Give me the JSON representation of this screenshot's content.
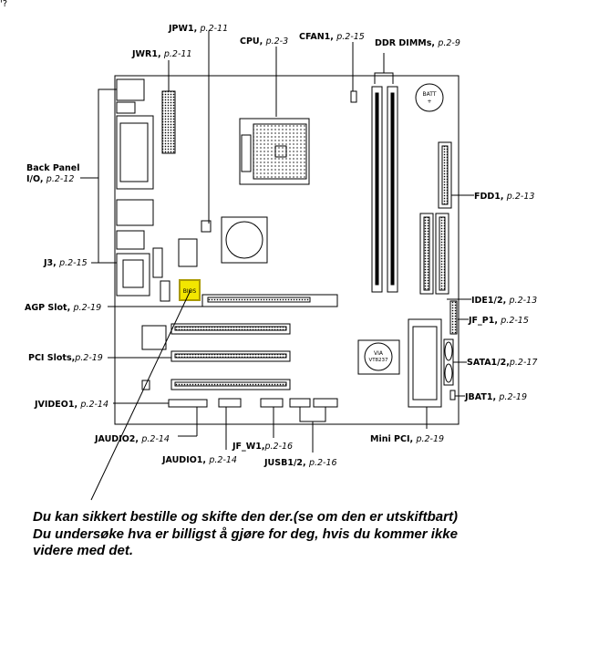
{
  "labels": {
    "jpw1": {
      "name": "JPW1",
      "ref": "p.2-11"
    },
    "cpu": {
      "name": "CPU",
      "ref": "p.2-3"
    },
    "cfan1": {
      "name": "CFAN1",
      "ref": "p.2-15"
    },
    "ddr": {
      "name": "DDR DIMMs",
      "ref": "p.2-9"
    },
    "jwr1": {
      "name": "JWR1",
      "ref": "p.2-11"
    },
    "backpanel_1": "Back Panel",
    "backpanel_2": {
      "name": "I/O",
      "ref": "p.2-12"
    },
    "fdd1": {
      "name": "FDD1",
      "ref": "p.2-13"
    },
    "j3": {
      "name": "J3",
      "ref": "p.2-15"
    },
    "agp": {
      "name": "AGP Slot",
      "ref": "p.2-19"
    },
    "ide": {
      "name": "IDE1/2",
      "ref": "p.2-13"
    },
    "jfp1": {
      "name": "JF_P1",
      "ref": "p.2-15"
    },
    "pci": {
      "name": "PCI Slots",
      "ref": "p.2-19"
    },
    "sata": {
      "name": "SATA1/2",
      "ref": "p.2-17"
    },
    "jvideo1": {
      "name": "JVIDEO1",
      "ref": "p.2-14"
    },
    "jbat1": {
      "name": "JBAT1",
      "ref": "p.2-19"
    },
    "jaudio2": {
      "name": "JAUDIO2",
      "ref": "p.2-14"
    },
    "minipci": {
      "name": "Mini PCI",
      "ref": "p.2-19"
    },
    "jfw1": {
      "name": "JF_W1",
      "ref": "p.2-16"
    },
    "jaudio1": {
      "name": "JAUDIO1",
      "ref": "p.2-14"
    },
    "jusb": {
      "name": "JUSB1/2",
      "ref": "p.2-16"
    }
  },
  "chips": {
    "batt_line1": "BATT",
    "batt_line2": "+",
    "bios": "BIOS",
    "via_line1": "VIA",
    "via_line2": "VT8237"
  },
  "corner_mark": "'?",
  "note": [
    "Du kan sikkert bestille og skifte den der.(se om den er utskiftbart)",
    "Du undersøke hva er billigst å gjøre for deg, hvis du kommer ikke",
    "videre med det."
  ],
  "colors": {
    "bios_highlight": "#f3e600",
    "annotation_text": "#000000"
  }
}
